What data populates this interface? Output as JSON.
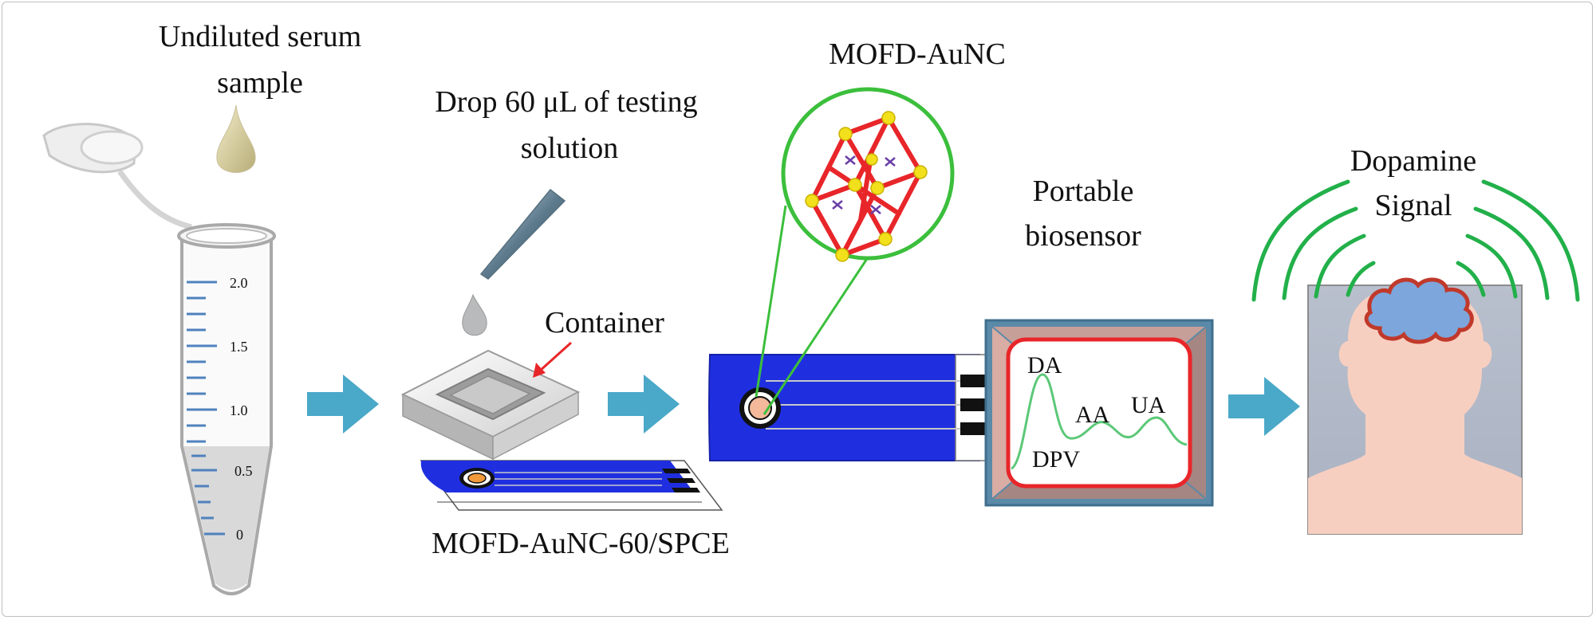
{
  "labels": {
    "serum_line1": "Undiluted serum",
    "serum_line2": "sample",
    "drop_line1": "Drop 60 μL of testing",
    "drop_line2": "solution",
    "container": "Container",
    "electrode": "MOFD-AuNC-60/SPCE",
    "nanocomposite": "MOFD-AuNC",
    "biosensor_line1": "Portable",
    "biosensor_line2": "biosensor",
    "signal_line1": "Dopamine",
    "signal_line2": "Signal"
  },
  "tube_scale": [
    "2.0",
    "1.5",
    "1.0",
    "0.5",
    "0"
  ],
  "screen": {
    "peak_da": "DA",
    "peak_aa": "AA",
    "peak_ua": "UA",
    "method": "DPV"
  },
  "colors": {
    "arrow": "#4aa8c8",
    "electrode_blue": "#1f2fe0",
    "mof_frame": "#e8262a",
    "mof_node": "#f2e01c",
    "zoom_green": "#3cbf3c",
    "signal_green": "#22b04a",
    "screen_border": "#e8262a",
    "brain": "#7da6dc"
  }
}
